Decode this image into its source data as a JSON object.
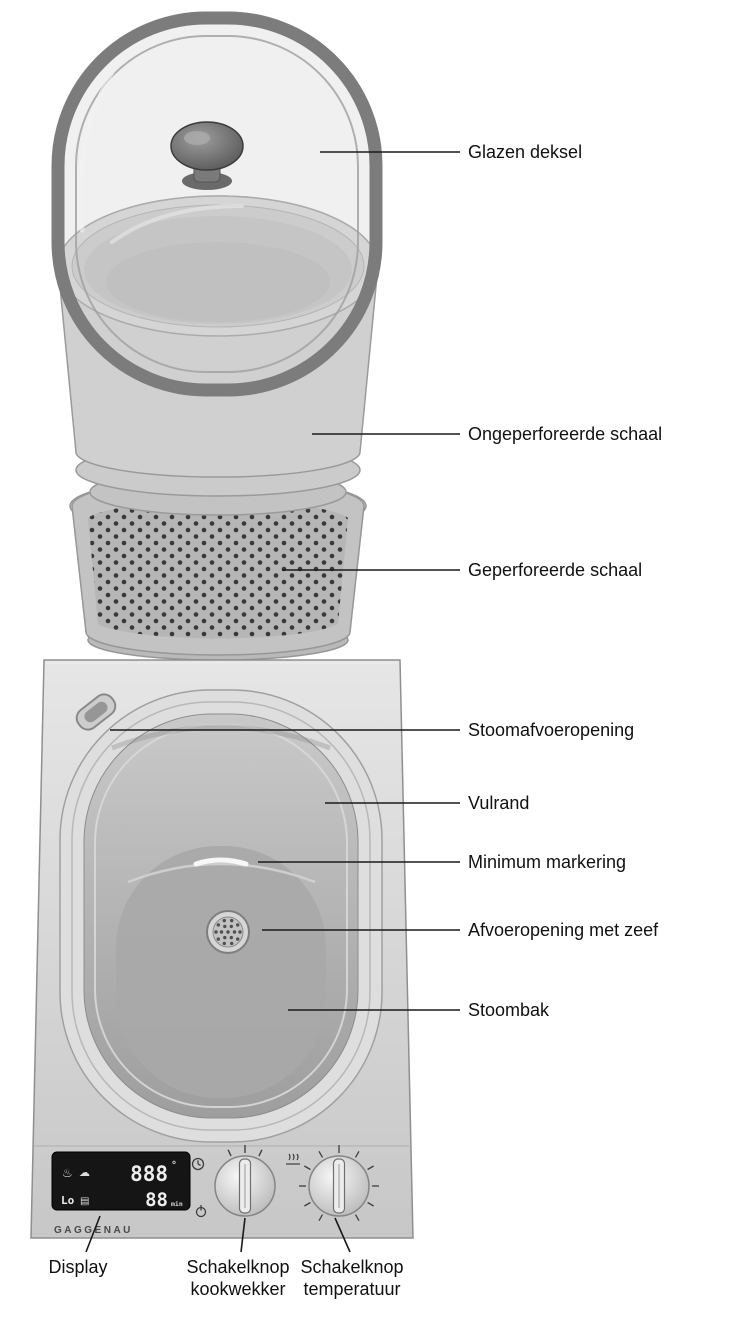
{
  "callouts": [
    {
      "id": "glazen-deksel",
      "label": "Glazen deksel"
    },
    {
      "id": "ongeperforeerde-schaal",
      "label": "Ongeperforeerde schaal"
    },
    {
      "id": "geperforeerde-schaal",
      "label": "Geperforeerde schaal"
    },
    {
      "id": "stoomafvoeropening",
      "label": "Stoomafvoeropening"
    },
    {
      "id": "vulrand",
      "label": "Vulrand"
    },
    {
      "id": "minimum-markering",
      "label": "Minimum markering"
    },
    {
      "id": "afvoeropening-met-zeef",
      "label": "Afvoeropening met zeef"
    },
    {
      "id": "stoombak",
      "label": "Stoombak"
    }
  ],
  "bottom_callouts": [
    {
      "id": "display",
      "line1": "Display",
      "line2": ""
    },
    {
      "id": "schakelknop-kookwekker",
      "line1": "Schakelknop",
      "line2": "kookwekker"
    },
    {
      "id": "schakelknop-temperatuur",
      "line1": "Schakelknop",
      "line2": "temperatuur"
    }
  ],
  "device": {
    "brand": "GAGGENAU",
    "display": {
      "temp_value": "888",
      "temp_unit": "°",
      "timer_value": "88",
      "timer_unit": "min",
      "mode_text": "Lo",
      "steam_icon_glyph": "♨",
      "cloud_icon_glyph": "☁",
      "pan_icon_glyph": "▤"
    }
  },
  "colors": {
    "line": "#1a1a1a",
    "label_text": "#111111",
    "display_bg": "#151515",
    "display_text": "#ededed",
    "metal_light": "#e6e6e6",
    "metal_dark": "#9e9e9e"
  }
}
